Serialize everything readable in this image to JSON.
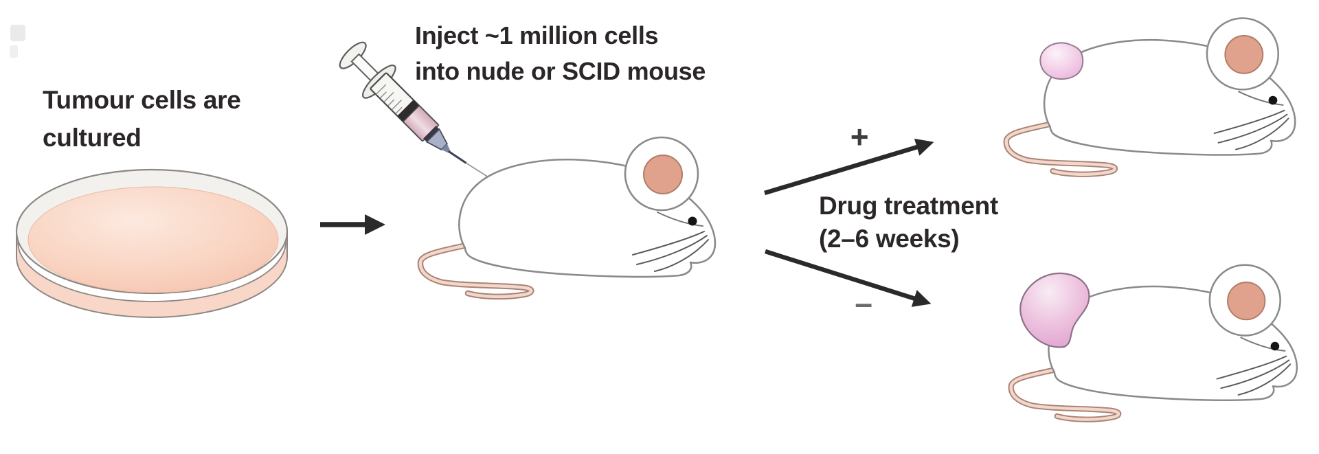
{
  "figure": {
    "background_color": "#ffffff",
    "steps": {
      "culture": {
        "line1": "Tumour cells are",
        "line2": "cultured"
      },
      "inject": {
        "line1": "Inject ~1 million cells",
        "line2": "into nude or SCID mouse"
      },
      "treatment": {
        "line1": "Drug treatment",
        "line2": "(2–6 weeks)",
        "positive_sign": "+",
        "negative_sign": "–"
      }
    },
    "illustrations": {
      "petri_dish": {
        "icon": "petri-dish-icon",
        "medium_color": "#f8cdb8",
        "rim_color": "#f2f1ee",
        "side_color": "#f8d7c9",
        "outline_color": "#8c8784"
      },
      "syringe": {
        "icon": "syringe-icon",
        "liquid_color": "#e3b9c7",
        "hub_color": "#a9b0c8",
        "seal_color": "#2f2c2e"
      },
      "mouse": {
        "icon": "mouse-icon",
        "body_color": "#ffffff",
        "outline_color": "#8a8a8a",
        "inner_ear_color": "#e0a28d",
        "tail_outline_color": "#ab8273",
        "tail_fill_color": "#f2d8cc",
        "eye_color": "#151515"
      },
      "tumour_small": {
        "icon": "small-tumour-icon",
        "color": "#efc4e3",
        "outline_color": "#97798e"
      },
      "tumour_large": {
        "icon": "large-tumour-icon",
        "color": "#e5a8d2",
        "outline_color": "#8d7186"
      }
    },
    "arrows": {
      "color": "#2a2a2a"
    }
  }
}
